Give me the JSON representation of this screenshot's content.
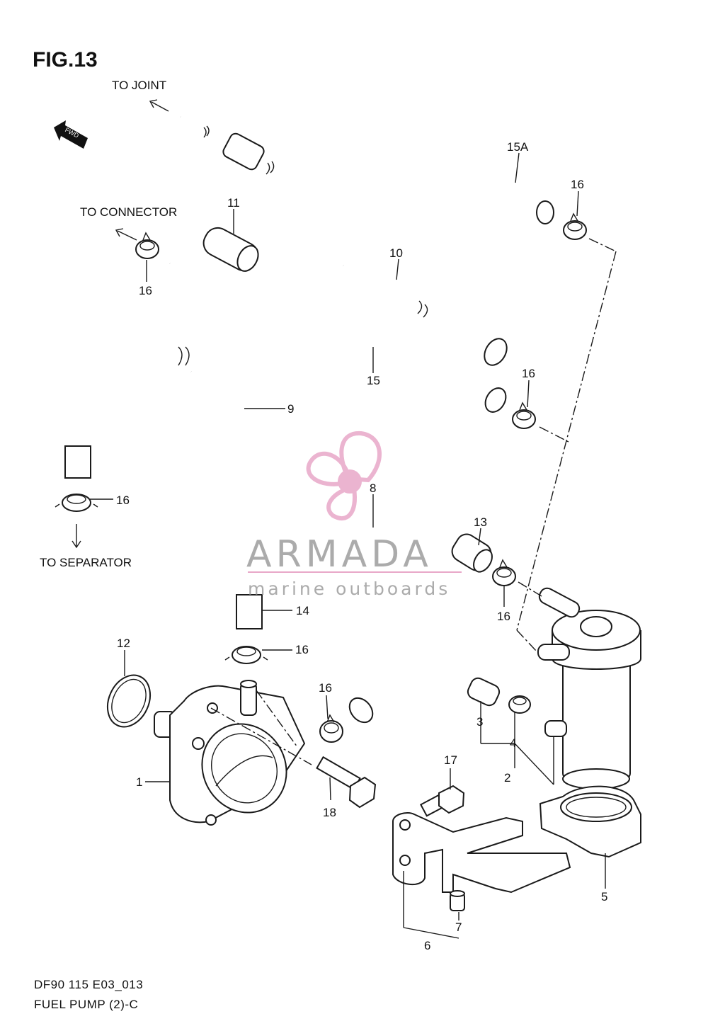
{
  "figure": {
    "title": "FIG.13",
    "fwd_marker": "FWD",
    "footer_code": "DF90 115 E03_013",
    "footer_name": "FUEL PUMP (2)-C"
  },
  "directions": {
    "to_joint": "TO JOINT",
    "to_connector": "TO CONNECTOR",
    "to_separator": "TO SEPARATOR"
  },
  "callouts": {
    "c15a": "15A",
    "c16_a": "16",
    "c11": "11",
    "c16_b": "16",
    "c10": "10",
    "c15": "15",
    "c16_c": "16",
    "c9": "9",
    "c16_d": "16",
    "c8": "8",
    "c13": "13",
    "c16_e": "16",
    "c14": "14",
    "c16_f": "16",
    "c12": "12",
    "c16_g": "16",
    "c3": "3",
    "c4": "4",
    "c2": "2",
    "c17": "17",
    "c1": "1",
    "c18": "18",
    "c5": "5",
    "c7": "7",
    "c6": "6"
  },
  "watermark": {
    "brand": "ARMADA",
    "tagline": "marine outboards",
    "accent_color": "#e8a7c8",
    "logo_icon": "propeller-icon"
  }
}
